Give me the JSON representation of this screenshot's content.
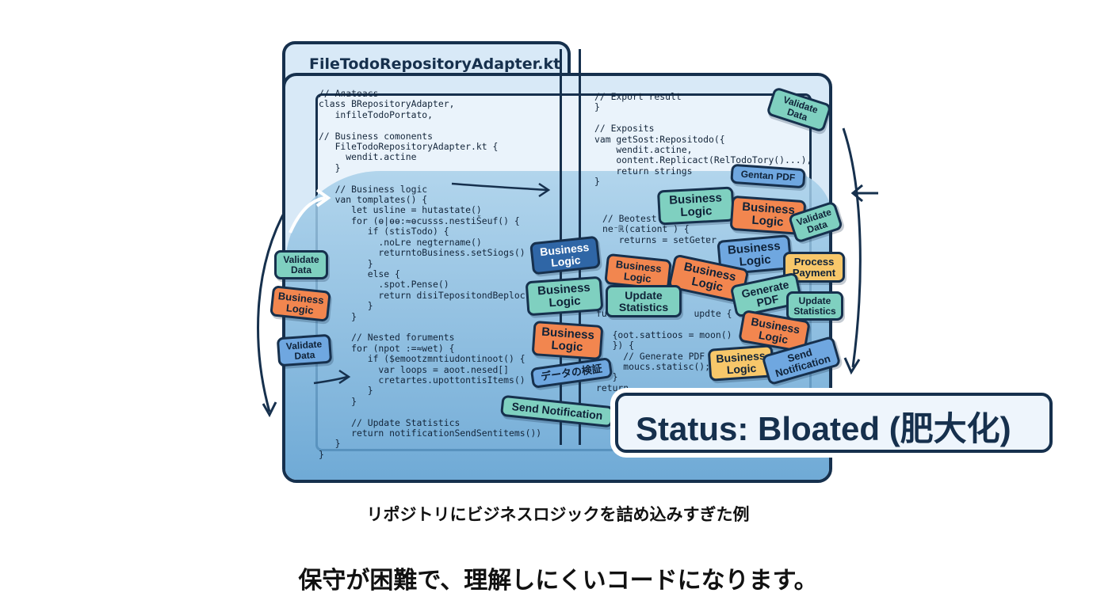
{
  "folder": {
    "title": "FileTodoRepositoryAdapter.kt"
  },
  "code_left": [
    "// Aяatoacs",
    "class BRepositoryAdapter,",
    "   infileTodoPortato,",
    "",
    "// Business comonents",
    "   FileTodoRepositoryAdapter.kt {",
    "     wendit.actine",
    "   }",
    "",
    "   // Business logic",
    "   van tomplates() {",
    "      let usline = hutastate()",
    "      for (ɵ|ɵɵ:≈ɵcusss.nestiŠeuf() {",
    "         if (stisTodo) {",
    "           .noLre negtername()",
    "           returntoBusiness.setSiogs()",
    "         }",
    "         else {",
    "           .spot.Pense()",
    "           return disiTepositondBeploc(",
    "         }",
    "      }",
    "",
    "      // Nested foruments",
    "      for (npot :=≈wet) {",
    "         if ($emootzmntiudontinoot() {",
    "           var loops = aoot.nesed[]",
    "           cretartes.upottontisItems()",
    "         }",
    "      }",
    "",
    "      // Update Statistics",
    "      return notificationSendSentitems())",
    "   }",
    "}"
  ],
  "code_right_top": [
    "// Export result",
    "}",
    "",
    "// Exposits",
    "vam getSost:Repositodo({",
    "    wendit.actine,",
    "    oontent.Replicact(RelTodoTory()...),",
    "    return strings",
    "}"
  ],
  "code_right_mid": [
    "// Beotest",
    "ne⁻ℝ(cationt ) {",
    "   returns = setGetɐr."
  ],
  "code_right_bottom": [
    "fu                updte {",
    "",
    "   {oot.sattioos = moon()",
    "   }) {",
    "     // Generate PDF",
    "     moucs.statisc();",
    "   }",
    "return ....."
  ],
  "tags": {
    "validate_data_tr": "Validate Data",
    "gentan_pdf": "Gentan PDF",
    "business_logic_a": "Business Logic",
    "business_logic_b": "Business Logic",
    "validate_data_r": "Validate Data",
    "business_logic_c": "Business Logic",
    "business_logic_d": "Business Logic",
    "process_payment": "Process Payment",
    "business_logic_e": "Business Logic",
    "business_logic_f": "Business Logic",
    "generate_pdf": "Generate PDF",
    "update_statistics_a": "Update Statistics",
    "business_logic_g": "Business Logic",
    "business_logic_h": "Business Logic",
    "update_statistics_b": "Update Statistics",
    "business_logic_i": "Business Logic",
    "business_logic_j": "Business Logic",
    "send_notification_a": "Send Notification",
    "data_validation_jp": "データの検証",
    "send_notification_b": "Send Notification",
    "validate_data_l1": "Validate Data",
    "business_logic_l": "Business Logic",
    "validate_data_l2": "Validate Data"
  },
  "status": {
    "label": "Status: Bloated (肥大化)"
  },
  "captions": {
    "subtitle": "リポジトリにビジネスロジックを詰め込みすぎた例",
    "main": "保守が困難で、理解しにくいコードになります。"
  },
  "colors": {
    "outline": "#16304d",
    "teal": "#7fd0c0",
    "orange": "#f2864f",
    "blue": "#6fa7e0",
    "navy": "#2f66a6",
    "yellow": "#f7c76a"
  }
}
